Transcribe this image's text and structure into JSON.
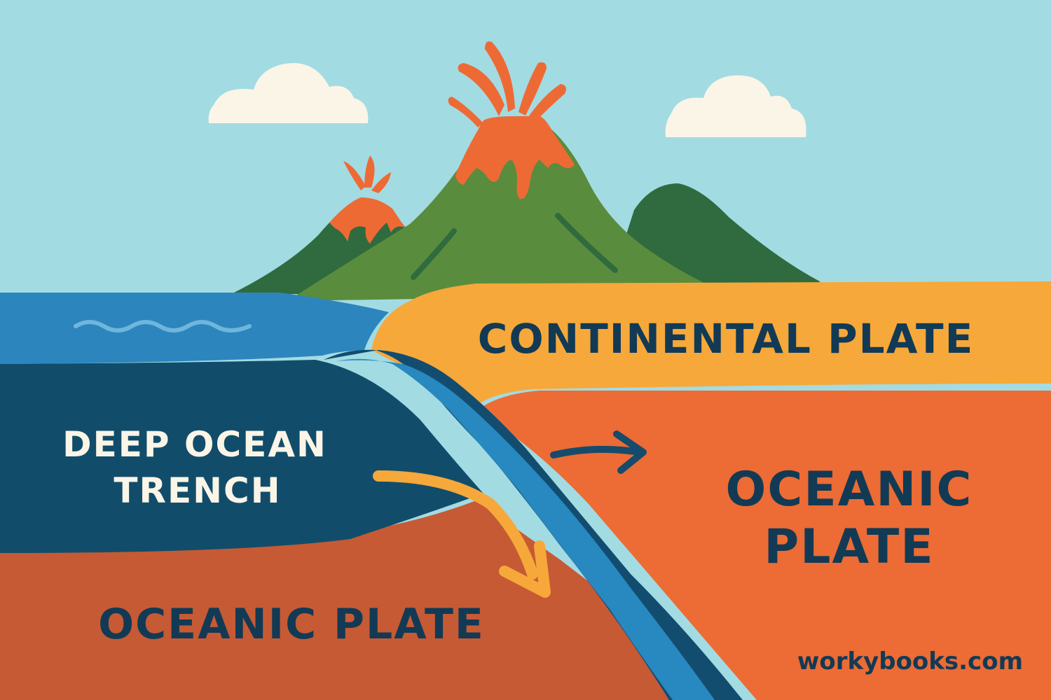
{
  "labels": {
    "continental_plate": "CONTINENTAL PLATE",
    "deep_ocean_trench_line1": "DEEP OCEAN",
    "deep_ocean_trench_line2": "TRENCH",
    "oceanic_plate_right_line1": "OCEANIC",
    "oceanic_plate_right_line2": "PLATE",
    "oceanic_plate_bottom": "OCEANIC PLATE"
  },
  "credit": "workybooks.com",
  "colors": {
    "sky": "#a3dbe3",
    "cloud": "#fbf5e7",
    "lava": "#ee6a35",
    "volcano_green": "#5a8c3d",
    "mountain_dark_green": "#2f6b3f",
    "ocean": "#2c86bd",
    "trench_dark": "#114d6b",
    "continental_plate": "#f6a83a",
    "oceanic_plate_right": "#ed6b34",
    "oceanic_plate_bottom": "#c65a34",
    "subducting_slab": "#2888c0",
    "slab_outline": "#124d70",
    "text_dark": "#123a55",
    "text_light": "#fbf5e7",
    "arrow_orange": "#f6a83a",
    "arrow_dark": "#174b6b"
  },
  "icons": {
    "arrow_sinking": "curved-arrow-down",
    "arrow_push": "arrow-right"
  }
}
